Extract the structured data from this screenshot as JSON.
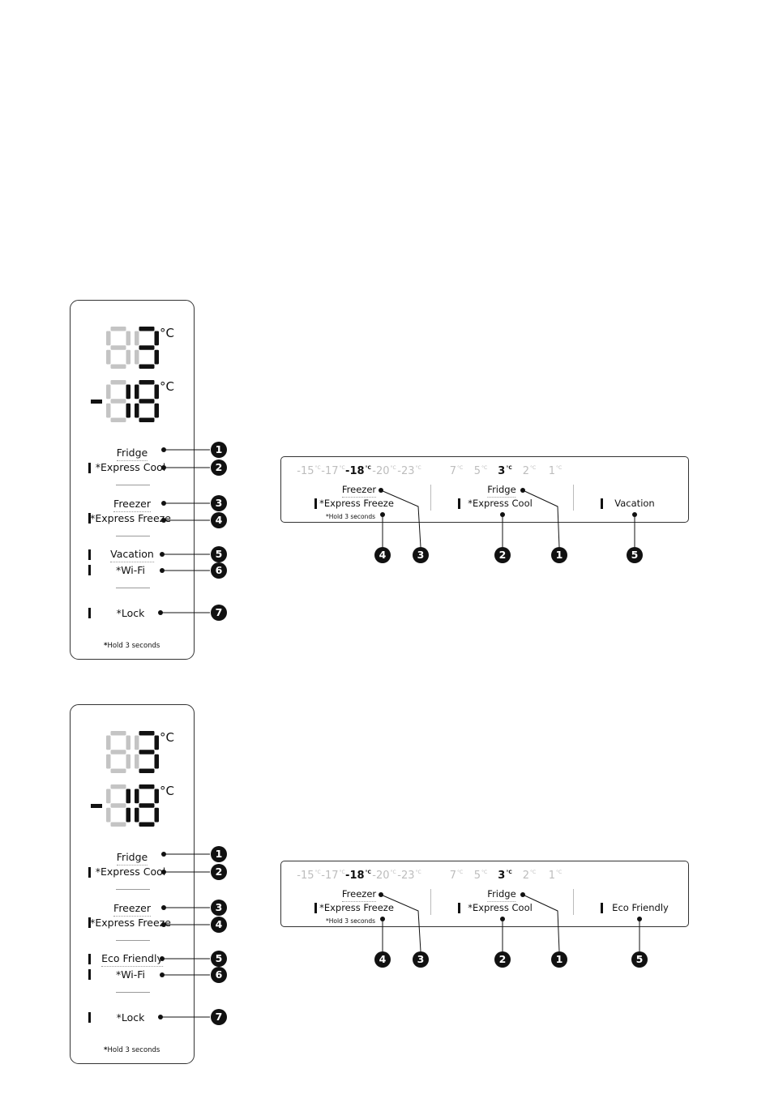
{
  "panels": [
    {
      "vertical": {
        "fridge_temp_unit": "°C",
        "freezer_temp_unit": "°C",
        "items": [
          "Fridge",
          "*Express Cool",
          "Freezer",
          "*Express Freeze",
          "Vacation",
          "*Wi-Fi",
          "*Lock"
        ],
        "hold_note": "Hold 3 seconds",
        "hold_star": "*"
      },
      "horizontal": {
        "freezer_temps": [
          "-15",
          "-17",
          "-18",
          "-20",
          "-23"
        ],
        "freezer_selected": "-18",
        "fridge_temps": [
          "7",
          "5",
          "3",
          "2",
          "1"
        ],
        "fridge_selected": "3",
        "unit": "°C",
        "freezer_label": "Freezer",
        "express_freeze_label": "*Express Freeze",
        "hold_note": "*Hold 3 seconds",
        "fridge_label": "Fridge",
        "express_cool_label": "*Express Cool",
        "mode_label": "Vacation"
      },
      "callouts_vertical": [
        "1",
        "2",
        "3",
        "4",
        "5",
        "6",
        "7"
      ],
      "callouts_horizontal": [
        "4",
        "3",
        "2",
        "1",
        "5"
      ]
    },
    {
      "vertical": {
        "fridge_temp_unit": "°C",
        "freezer_temp_unit": "°C",
        "items": [
          "Fridge",
          "*Express Cool",
          "Freezer",
          "*Express Freeze",
          "Eco Friendly",
          "*Wi-Fi",
          "*Lock"
        ],
        "hold_note": "Hold 3 seconds",
        "hold_star": "*"
      },
      "horizontal": {
        "freezer_temps": [
          "-15",
          "-17",
          "-18",
          "-20",
          "-23"
        ],
        "freezer_selected": "-18",
        "fridge_temps": [
          "7",
          "5",
          "3",
          "2",
          "1"
        ],
        "fridge_selected": "3",
        "unit": "°C",
        "freezer_label": "Freezer",
        "express_freeze_label": "*Express Freeze",
        "hold_note": "*Hold 3 seconds",
        "fridge_label": "Fridge",
        "express_cool_label": "*Express Cool",
        "mode_label": "Eco Friendly"
      },
      "callouts_vertical": [
        "1",
        "2",
        "3",
        "4",
        "5",
        "6",
        "7"
      ],
      "callouts_horizontal": [
        "4",
        "3",
        "2",
        "1",
        "5"
      ]
    }
  ],
  "colors": {
    "ink": "#111111",
    "dim_segment": "#c4c4c4",
    "border": "#333333"
  }
}
